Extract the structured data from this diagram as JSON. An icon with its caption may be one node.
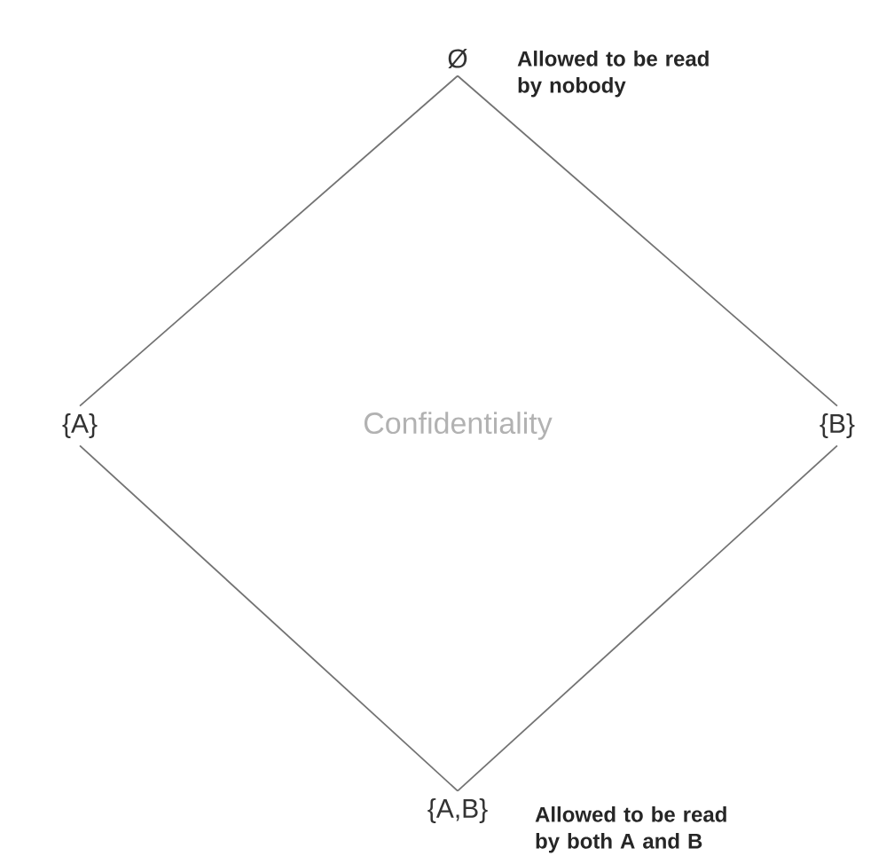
{
  "diagram": {
    "nodes": [
      {
        "text": [
          "Ø"
        ],
        "beside": [
          "Allowed to be read by nobody"
        ]
      },
      {
        "text": [
          "{A}"
        ]
      },
      {
        "text": [
          "{B}"
        ]
      },
      {
        "text": [
          "{A,B}"
        ],
        "beside": [
          "Allowed to be read by both A and B"
        ]
      }
    ],
    "edges": [
      {
        "from": 0,
        "to": 1,
        "arrow": "none"
      },
      {
        "from": 0,
        "to": 2,
        "arrow": "none"
      },
      {
        "from": 1,
        "to": 3,
        "arrow": "none"
      },
      {
        "from": 2,
        "to": 3,
        "arrow": "none"
      }
    ],
    "labels": [
      "Confidentiality"
    ]
  }
}
